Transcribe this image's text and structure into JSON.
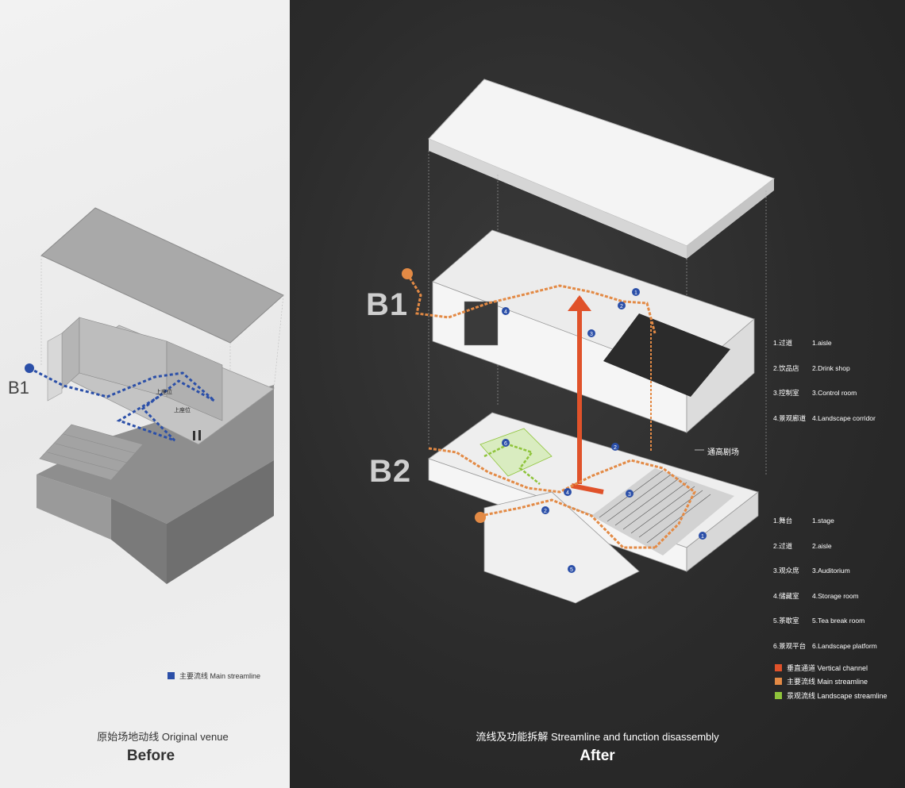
{
  "left_panel": {
    "level_label": "B1",
    "seat_label_1": "上座位",
    "seat_label_2": "上座位",
    "legend": {
      "label": "主要流线 Main streamline",
      "color": "#2b4fa8"
    },
    "caption_title": "原始场地动线 Original venue",
    "caption_big": "Before"
  },
  "right_panel": {
    "level_b1": "B1",
    "level_b2": "B2",
    "b1_list_cn": [
      "1.过道",
      "2.饮品店",
      "3.控制室",
      "4.景观廊道"
    ],
    "b1_list_en": [
      "1.aisle",
      "2.Drink shop",
      "3.Control room",
      "4.Landscape corridor"
    ],
    "b2_list_cn": [
      "1.舞台",
      "2.过道",
      "3.观众席",
      "4.储藏室",
      "5.茶歇室",
      "6.景观平台"
    ],
    "b2_list_en": [
      "1.stage",
      "2.aisle",
      "3.Auditorium",
      "4.Storage room",
      "5.Tea break room",
      "6.Landscape platform"
    ],
    "double_height_label": "通高剧场",
    "b1_markers": [
      "1",
      "2",
      "3",
      "4"
    ],
    "b2_markers": [
      "1",
      "2",
      "2",
      "3",
      "4",
      "5",
      "6"
    ],
    "legend": [
      {
        "label": "垂直通道  Vertical channel",
        "color": "#e0522a"
      },
      {
        "label": "主要流线  Main streamline",
        "color": "#e38a45"
      },
      {
        "label": "景观流线  Landscape streamline",
        "color": "#8fc43b"
      }
    ],
    "caption_title": "流线及功能拆解 Streamline and function disassembly",
    "caption_big": "After"
  }
}
